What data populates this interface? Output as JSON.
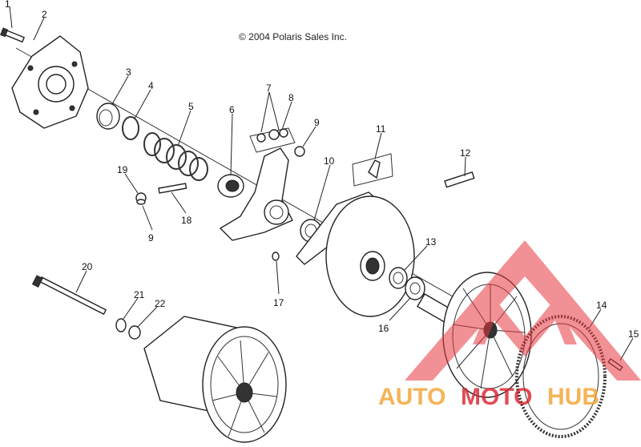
{
  "copyright": "© 2004 Polaris Sales Inc.",
  "watermark": {
    "part1": "AUTO",
    "part2": "MOTO",
    "part3": "HUB",
    "color_main": "#f3a22e",
    "color_accent": "#d9202b",
    "color_logo": "#e8383f"
  },
  "callouts": [
    "1",
    "2",
    "3",
    "4",
    "5",
    "6",
    "7",
    "8",
    "9",
    "9",
    "10",
    "11",
    "12",
    "13",
    "14",
    "15",
    "16",
    "17",
    "18",
    "19",
    "20",
    "21",
    "22"
  ],
  "colors": {
    "line": "#222222",
    "background": "#ffffff"
  }
}
